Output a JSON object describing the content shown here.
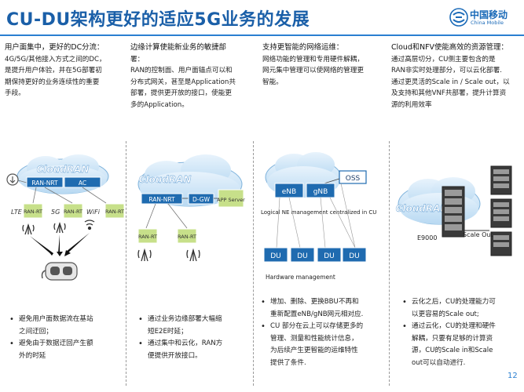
{
  "title": "CU-DU架构更好的适应5G业务的发展",
  "logo": {
    "name_cn": "中国移动",
    "name_en": "China Mobile"
  },
  "columns": [
    {
      "heading": "用户面集中，更好的DC分流：",
      "lines": [
        "4G/5G/其他接入方式之间的DC，",
        "是提升用户体验，并在5G部署初",
        "期保持更好的业务连续性的重要",
        "手段。"
      ],
      "bullets": [
        {
          "lines": [
            "避免用户面数据流在基站",
            "之间迂回；"
          ]
        },
        {
          "lines": [
            "避免由于数据迂回产生额",
            "外的时延"
          ]
        }
      ]
    },
    {
      "heading": "边缘计算使能新业务的敏捷部",
      "lines": [
        "署：",
        "RAN的控制面、用户面锚点可以和",
        "分布式网关，甚至是Application共",
        "部署，提供更开放的接口，使能更",
        "多的Application。"
      ],
      "bullets": [
        {
          "lines": [
            "通过业务边缘部署大幅缩",
            "短E2E时延；"
          ]
        },
        {
          "lines": [
            "通过集中和云化，RAN方",
            "便提供开放接口。"
          ]
        }
      ]
    },
    {
      "heading": "支持更智能的网络运维：",
      "lines": [
        "网络功能的管理和专用硬件解耦，",
        "网元集中管理可以使网络的管理更",
        "智能。"
      ],
      "bullets": [
        {
          "lines": [
            "增加、删除、更换BBU不再和",
            "重新配置eNB/gNB网元相对应."
          ]
        },
        {
          "lines": [
            "CU 部分在云上可以存储更多的",
            "管理、测量和性能统计信息，",
            "为后续产生更智能的运维特性",
            "提供了条件."
          ]
        }
      ]
    },
    {
      "heading": "Cloud和NFV使能高效的资源管理：",
      "lines": [
        "通过高层切分，CU侧主要包含的是",
        "RAN非实时处理部分，可以云化部署.",
        "通过更灵活的Scale in / Scale out，以",
        "及支持和其他VNF共部署，提升计算资",
        "源的利用效率"
      ],
      "bullets": [
        {
          "lines": [
            "云化之后，CU的处理能力可",
            "以更容易的Scale out;"
          ]
        },
        {
          "lines": [
            "通过云化，CU的处理和硬件",
            "解耦，只要有足够的计算资",
            "源，CU的Scale in和Scale",
            "out可以自动进行."
          ]
        }
      ]
    }
  ],
  "diagram1": {
    "cloud": "CloudRAN",
    "ran_nrt": "RAN-NRT",
    "ac": "AC",
    "access": [
      "LTE",
      "5G",
      "WiFi"
    ],
    "ran_rt": "RAN-RT"
  },
  "diagram2": {
    "cloud": "CloudRAN",
    "ran_nrt": "RAN-NRT",
    "dgw": "D-GW",
    "app_server": "APP Server",
    "ran_rt": "RAN-RT"
  },
  "diagram3": {
    "oss": "OSS",
    "enb": "eNB",
    "gnb": "gNB",
    "logical_caption": "Logical NE management centralized in CU",
    "du": "DU",
    "dots": "......",
    "hardware_caption": "Hardware management"
  },
  "diagram4": {
    "cloud": "CloudRAN",
    "e9000": "E9000",
    "scale_out": "Scale Out"
  },
  "page_number": "12"
}
